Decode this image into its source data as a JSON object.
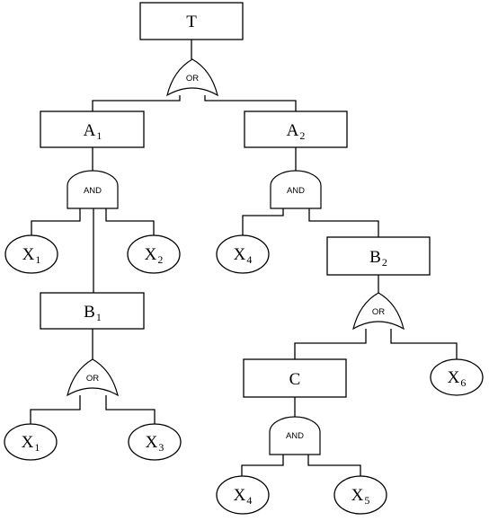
{
  "nodes": {
    "T": {
      "base": "T",
      "sub": ""
    },
    "A1": {
      "base": "A",
      "sub": "1"
    },
    "A2": {
      "base": "A",
      "sub": "2"
    },
    "B1": {
      "base": "B",
      "sub": "1"
    },
    "B2": {
      "base": "B",
      "sub": "2"
    },
    "C": {
      "base": "C",
      "sub": ""
    },
    "X1a": {
      "base": "X",
      "sub": "1"
    },
    "X2": {
      "base": "X",
      "sub": "2"
    },
    "X1b": {
      "base": "X",
      "sub": "1"
    },
    "X3": {
      "base": "X",
      "sub": "3"
    },
    "X4a": {
      "base": "X",
      "sub": "4"
    },
    "X6": {
      "base": "X",
      "sub": "6"
    },
    "X4b": {
      "base": "X",
      "sub": "4"
    },
    "X5": {
      "base": "X",
      "sub": "5"
    }
  },
  "gates": {
    "g_T": "OR",
    "g_A1": "AND",
    "g_A2": "AND",
    "g_B1": "OR",
    "g_B2": "OR",
    "g_C": "AND"
  }
}
